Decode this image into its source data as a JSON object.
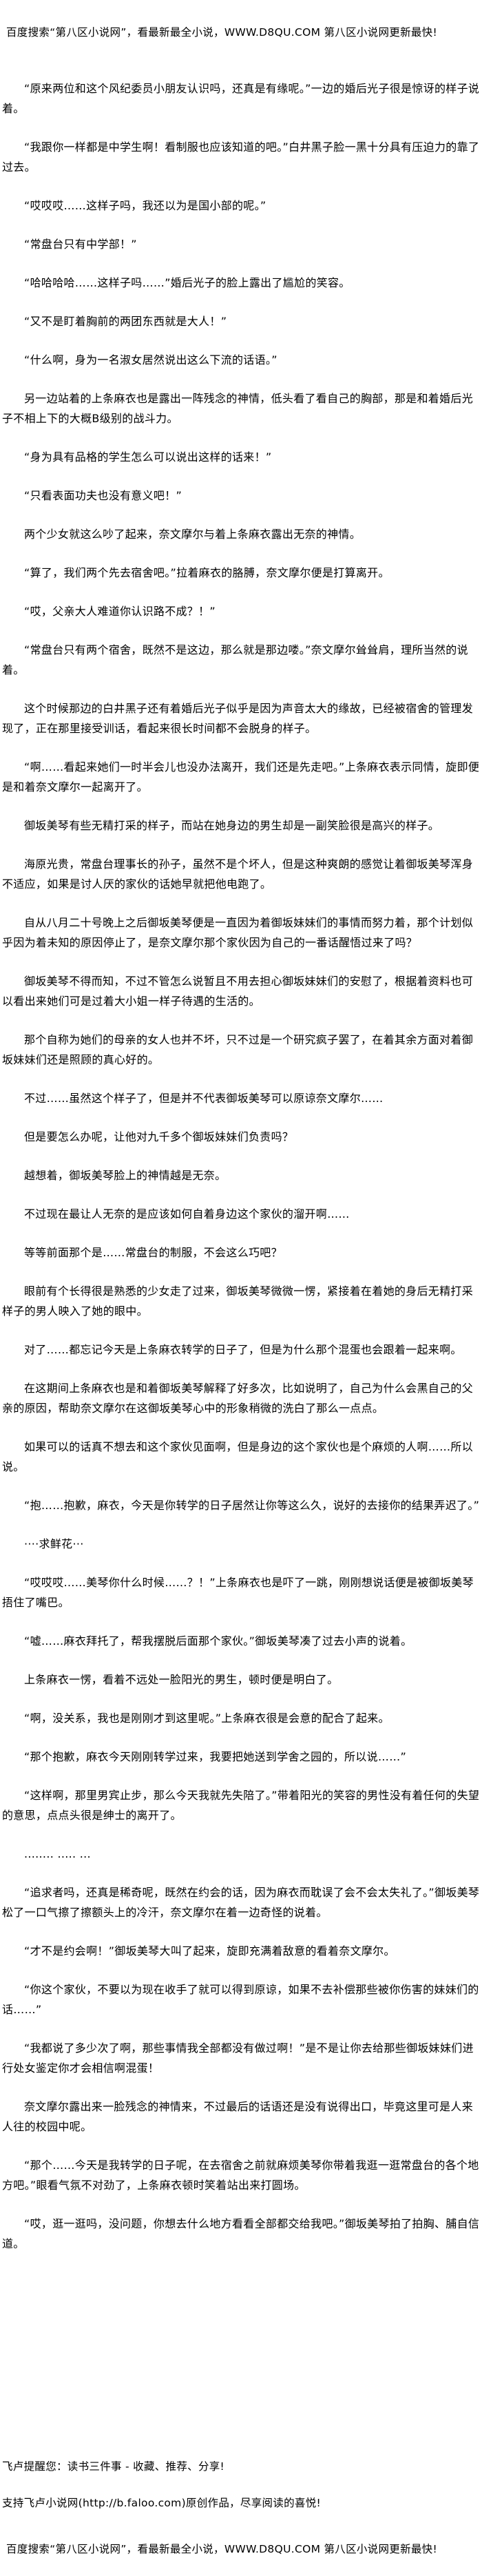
{
  "header": {
    "banner": "百度搜索“第八区小说网”，看最新最全小说，WWW.D8QU.COM   第八区小说网更新最快!"
  },
  "paragraphs": [
    "“原来两位和这个风纪委员小朋友认识吗，还真是有缘呢。”一边的婚后光子很是惊讶的样子说着。",
    "“我跟你一样都是中学生啊！看制服也应该知道的吧。”白井黑子脸一黑十分具有压迫力的靠了过去。",
    "“哎哎哎……这样子吗，我还以为是国小部的呢。”",
    "“常盘台只有中学部！”",
    "“哈哈哈哈……这样子吗……”婚后光子的脸上露出了尴尬的笑容。",
    "“又不是盯着胸前的两团东西就是大人！”",
    "“什么啊，身为一名淑女居然说出这么下流的话语。”",
    "另一边站着的上条麻衣也是露出一阵残念的神情，低头看了看自己的胸部，那是和着婚后光子不相上下的大概B级别的战斗力。",
    "“身为具有品格的学生怎么可以说出这样的话来！”",
    "“只看表面功夫也没有意义吧！”",
    "两个少女就这么吵了起来，奈文摩尔与着上条麻衣露出无奈的神情。",
    "“算了，我们两个先去宿舍吧。”拉着麻衣的胳膊，奈文摩尔便是打算离开。",
    "“哎，父亲大人难道你认识路不成？！”",
    "“常盘台只有两个宿舍，既然不是这边，那么就是那边喽。”奈文摩尔耸耸肩，理所当然的说着。",
    "这个时候那边的白井黑子还有着婚后光子似乎是因为声音太大的缘故，已经被宿舍的管理发现了，正在那里接受训话，看起来很长时间都不会脱身的样子。",
    "“啊……看起来她们一时半会儿也没办法离开，我们还是先走吧。”上条麻衣表示同情，旋即便是和着奈文摩尔一起离开了。",
    "御坂美琴有些无精打采的样子，而站在她身边的男生却是一副笑脸很是高兴的样子。",
    "海原光贵，常盘台理事长的孙子，虽然不是个坏人，但是这种爽朗的感觉让着御坂美琴浑身不适应，如果是讨人厌的家伙的话她早就把他电跑了。",
    "自从八月二十号晚上之后御坂美琴便是一直因为着御坂妹妹们的事情而努力着，那个计划似乎因为着未知的原因停止了，是奈文摩尔那个家伙因为自己的一番话醒悟过来了吗？",
    "御坂美琴不得而知，不过不管怎么说暂且不用去担心御坂妹妹们的安慰了，根据着资料也可以看出来她们可是过着大小姐一样子待遇的生活的。",
    "那个自称为她们的母亲的女人也并不坏，只不过是一个研究疯子罢了，在着其余方面对着御坂妹妹们还是照顾的真心好的。",
    "不过……虽然这个样子了，但是并不代表御坂美琴可以原谅奈文摩尔……",
    "但是要怎么办呢，让他对九千多个御坂妹妹们负责吗？",
    "越想着，御坂美琴脸上的神情越是无奈。",
    "不过现在最让人无奈的是应该如何自着身边这个家伙的溜开啊……",
    "等等前面那个是……常盘台的制服，不会这么巧吧？",
    "眼前有个长得很是熟悉的少女走了过来，御坂美琴微微一愣，紧接着在着她的身后无精打采样子的男人映入了她的眼中。",
    "对了……都忘记今天是上条麻衣转学的日子了，但是为什么那个混蛋也会跟着一起来啊。",
    "在这期间上条麻衣也是和着御坂美琴解释了好多次，比如说明了，自己为什么会黑自己的父亲的原因，帮助奈文摩尔在这御坂美琴心中的形象稍微的洗白了那么一点点。",
    "如果可以的话真不想去和这个家伙见面啊，但是身边的这个家伙也是个麻烦的人啊……所以说。",
    "“抱……抱歉，麻衣，今天是你转学的日子居然让你等这么久，说好的去接你的结果弄迟了。”",
    "····求鲜花···",
    "“哎哎哎……美琴你什么时候……？！”上条麻衣也是吓了一跳，刚刚想说话便是被御坂美琴捂住了嘴巴。",
    "“嘘……麻衣拜托了，帮我摆脱后面那个家伙。”御坂美琴凑了过去小声的说着。",
    "上条麻衣一愣，看着不远处一脸阳光的男生，顿时便是明白了。",
    "“啊，没关系，我也是刚刚才到这里呢。”上条麻衣很是会意的配合了起来。",
    "“那个抱歉，麻衣今天刚刚转学过来，我要把她送到学舍之园的，所以说……”",
    "“这样啊，那里男宾止步，那么今天我就先失陪了。”带着阳光的笑容的男性没有着任何的失望的意思，点点头很是绅士的离开了。",
    "........ ..... ...",
    "“追求者吗，还真是稀奇呢，既然在约会的话，因为麻衣而耽误了会不会太失礼了。”御坂美琴松了一口气擦了擦额头上的冷汗，奈文摩尔在着一边奇怪的说着。",
    "“才不是约会啊！”御坂美琴大叫了起来，旋即充满着敌意的看着奈文摩尔。",
    "“你这个家伙，不要以为现在收手了就可以得到原谅，如果不去补偿那些被你伤害的妹妹们的话……”",
    "“我都说了多少次了啊，那些事情我全部都没有做过啊！”是不是让你去给那些御坂妹妹们进行处女鉴定你才会相信啊混蛋！",
    "奈文摩尔露出来一脸残念的神情来，不过最后的话语还是没有说得出口，毕竟这里可是人来人往的校园中呢。",
    "“那个……今天是我转学的日子呢，在去宿舍之前就麻烦美琴你带着我逛一逛常盘台的各个地方吧。”眼看气氛不对劲了，上条麻衣顿时笑着站出来打圆场。",
    "“哎，逛一逛吗，没问题，你想去什么地方看看全部都交给我吧。”御坂美琴拍了拍胸、脯自信道。"
  ],
  "footer": {
    "reminder": "飞卢提醒您：读书三件事 - 收藏、推荐、分享!",
    "support": "支持飞卢小说网(http://b.faloo.com)原创作品，尽享阅读的喜悦!",
    "banner": "百度搜索“第八区小说网”，看最新最全小说，WWW.D8QU.COM   第八区小说网更新最快!"
  }
}
